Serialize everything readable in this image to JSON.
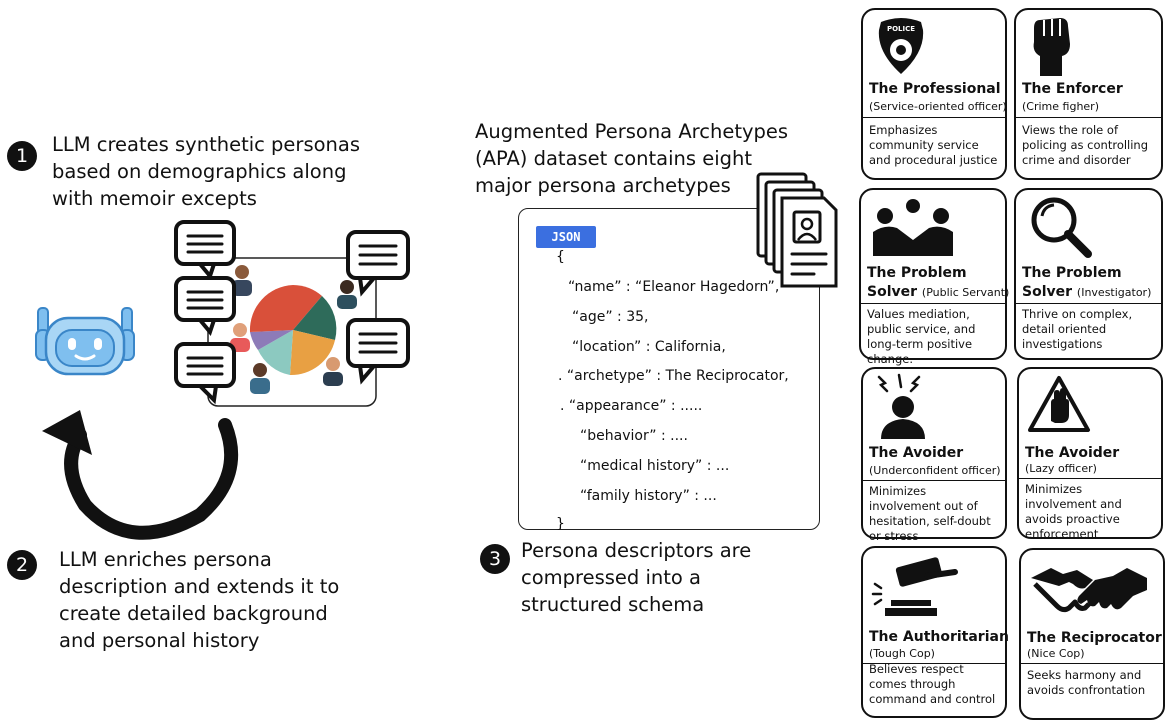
{
  "step1": {
    "num": "1",
    "lines": [
      "LLM creates synthetic personas",
      "based on demographics along",
      "with memoir excepts"
    ]
  },
  "step2": {
    "num": "2",
    "lines": [
      "LLM enriches persona",
      "description and extends it to",
      "create detailed background",
      "and personal history"
    ]
  },
  "step3": {
    "num": "3",
    "lines": [
      "Persona descriptors are",
      "compressed into a",
      "structured schema"
    ]
  },
  "apa_caption": {
    "lines": [
      "Augmented Persona Archetypes",
      "(APA) dataset contains eight",
      "major persona archetypes"
    ]
  },
  "json_card": {
    "tag": "JSON",
    "lines": [
      "{",
      "“name” : “Eleanor Hagedorn”,",
      "“age” : 35,",
      "“location” : California,",
      ".  “archetype” : The Reciprocator,",
      ".  “appearance” : .....",
      "“behavior” : ....",
      "“medical history” : ...",
      "“family history” : ...",
      "}"
    ]
  },
  "colors": {
    "json_tag": "#3b6fe0",
    "robot": "#7fbfef",
    "pie": [
      "#d9503a",
      "#2e6b5a",
      "#e8a043",
      "#8cc9c0",
      "#8d7bb8"
    ]
  },
  "archetypes": [
    {
      "icon": "police-badge-icon",
      "badge_text": "POLICE",
      "title": "The Professional",
      "subtitle": "(Service-oriented officer)",
      "description": "Emphasizes community service and procedural justice"
    },
    {
      "icon": "raised-fist-icon",
      "title": "The Enforcer",
      "subtitle": "(Crime figher)",
      "description": "Views the role of policing as controlling crime and disorder"
    },
    {
      "icon": "group-people-icon",
      "title": "The Problem",
      "title2": "Solver",
      "subtitle": "(Public Servant)",
      "description": "Values mediation, public service, and long-term positive change."
    },
    {
      "icon": "magnifying-glass-icon",
      "title": "The Problem",
      "title2": "Solver",
      "subtitle": "(Investigator)",
      "description": "Thrive on complex, detail oriented investigations"
    },
    {
      "icon": "stressed-person-icon",
      "title": "The Avoider",
      "subtitle": "(Underconfident officer)",
      "description": "Minimizes involvement out of hesitation, self-doubt or stress"
    },
    {
      "icon": "warning-hand-icon",
      "title": "The Avoider",
      "subtitle": "(Lazy officer)",
      "description": "Minimizes involvement and avoids proactive enforcement"
    },
    {
      "icon": "gavel-icon",
      "title": "The Authoritarian",
      "subtitle": "(Tough Cop)",
      "description": "Believes respect comes through command and control"
    },
    {
      "icon": "handshake-icon",
      "title": "The Reciprocator",
      "subtitle": "(Nice Cop)",
      "description": "Seeks harmony and avoids confrontation"
    }
  ]
}
